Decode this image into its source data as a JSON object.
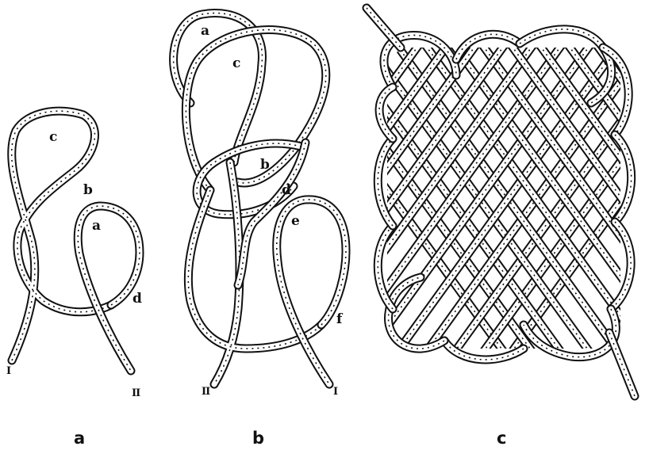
{
  "figures": [
    {
      "caption": "a",
      "strand_labels": [
        "c",
        "b",
        "a",
        "d"
      ],
      "end_labels": [
        "I",
        "II"
      ]
    },
    {
      "caption": "b",
      "strand_labels": [
        "a",
        "c",
        "b",
        "d",
        "e",
        "f"
      ],
      "end_labels": [
        "II",
        "I"
      ]
    },
    {
      "caption": "c"
    }
  ],
  "colors": {
    "ink": "#111111",
    "paper": "#ffffff"
  }
}
